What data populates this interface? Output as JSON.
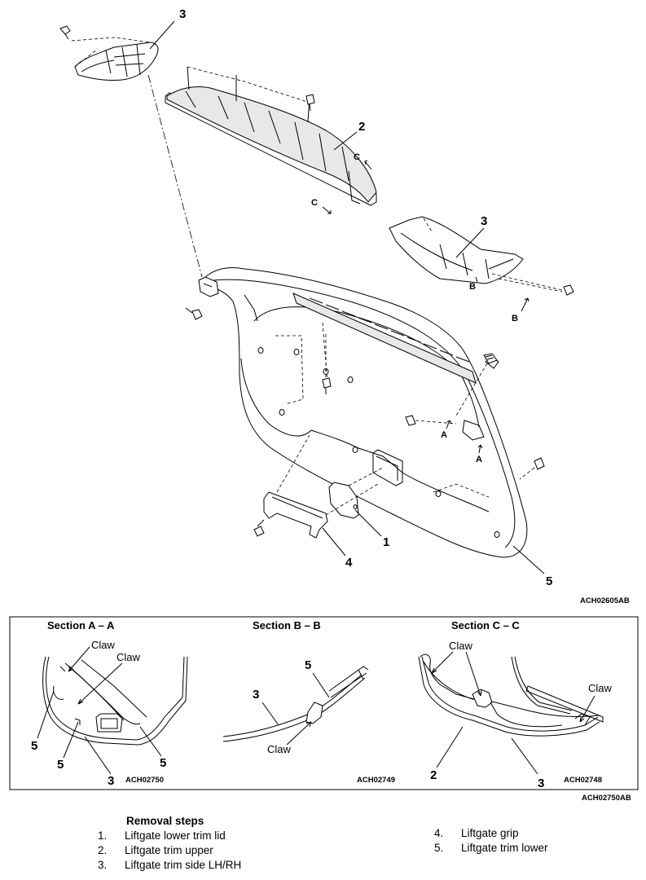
{
  "main_diagram": {
    "callouts": {
      "c3_top": "3",
      "c2": "2",
      "c3_right": "3",
      "c1": "1",
      "c4": "4",
      "c5": "5"
    },
    "section_refs": {
      "ref_c1": "C",
      "ref_c2": "C",
      "ref_b1": "B",
      "ref_b2": "B",
      "ref_a1": "A",
      "ref_a2": "A"
    },
    "code": "ACH02605AB"
  },
  "sections": {
    "a": {
      "title": "Section A – A",
      "claw1": "Claw",
      "claw2": "Claw",
      "n5a": "5",
      "n5b": "5",
      "n3": "3",
      "n5c": "5",
      "code": "ACH02750"
    },
    "b": {
      "title": "Section B – B",
      "n5": "5",
      "n3": "3",
      "claw": "Claw",
      "code": "ACH02749"
    },
    "c": {
      "title": "Section C – C",
      "claw1": "Claw",
      "claw2": "Claw",
      "n2": "2",
      "n3": "3",
      "code": "ACH02748"
    },
    "frame_code": "ACH02750AB"
  },
  "removal": {
    "title": "Removal steps",
    "steps": [
      {
        "num": "1.",
        "label": "Liftgate lower trim lid"
      },
      {
        "num": "2.",
        "label": "Liftgate trim upper"
      },
      {
        "num": "3.",
        "label": "Liftgate trim side LH/RH"
      },
      {
        "num": "4.",
        "label": "Liftgate grip"
      },
      {
        "num": "5.",
        "label": "Liftgate trim lower"
      }
    ]
  }
}
